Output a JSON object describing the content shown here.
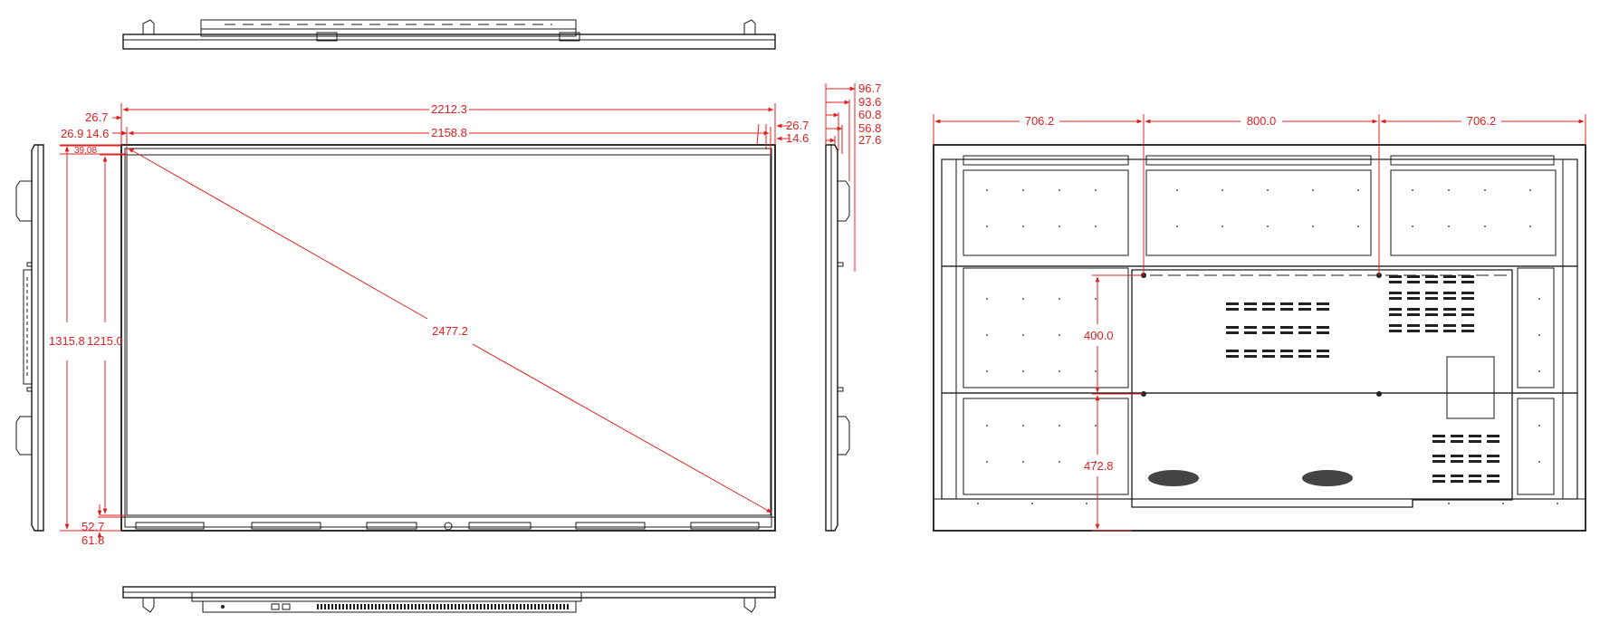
{
  "front_view": {
    "overall_width": "2212.3",
    "active_width": "2158.8",
    "diagonal": "2477.2",
    "overall_height": "1315.8",
    "active_height": "1215.0",
    "bezel_left_outer": "26.7",
    "bezel_right_outer": "26.7",
    "bezel_left_total": "26.9",
    "bezel_left_inner": "14.6",
    "bezel_right_inner": "14.6",
    "bezel_top": "39.08",
    "bezel_bottom_inner": "52.7",
    "bezel_bottom_outer": "61.8"
  },
  "side_view": {
    "depth_1": "96.7",
    "depth_2": "93.6",
    "depth_3": "60.8",
    "depth_4": "56.8",
    "depth_5": "27.6"
  },
  "rear_view": {
    "left_offset": "706.2",
    "vesa_width": "800.0",
    "right_offset": "706.2",
    "vesa_height": "400.0",
    "vesa_bottom_offset": "472.8"
  },
  "colors": {
    "line": "#1a1a1a",
    "dimension": "#e02020"
  }
}
